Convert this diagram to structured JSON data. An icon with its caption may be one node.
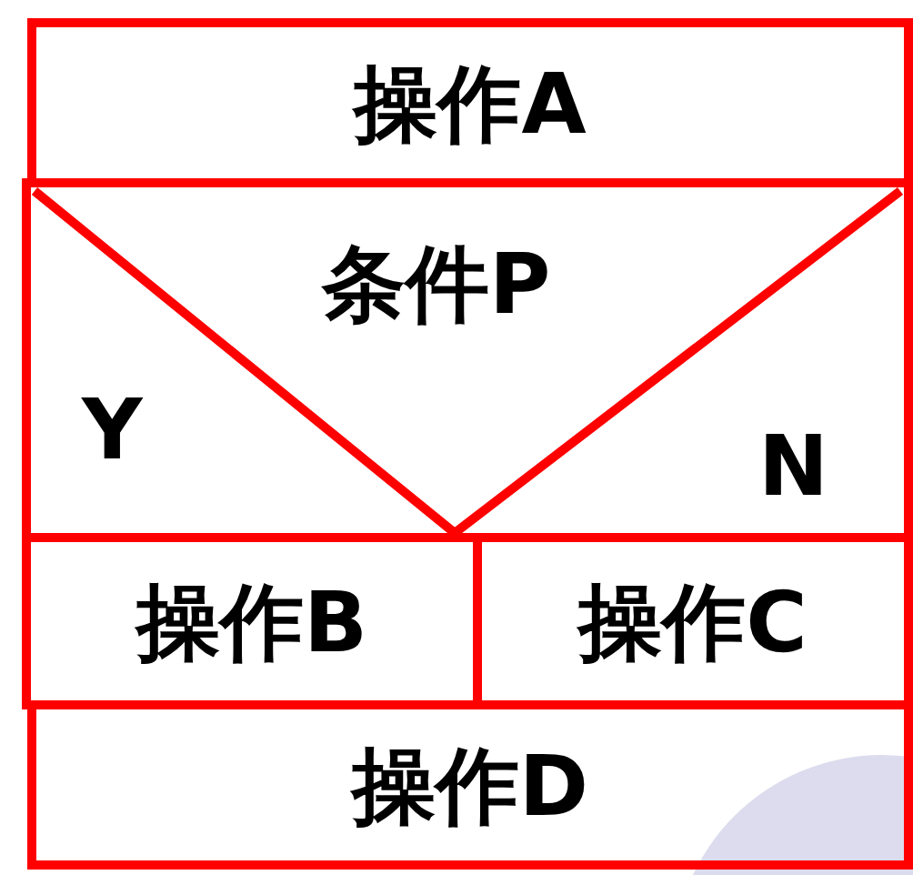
{
  "diagram": {
    "nodes": [
      {
        "text": [
          "操作A"
        ]
      },
      {
        "text": [
          "条件P",
          "Y",
          "N"
        ]
      },
      {
        "text": [
          "操作B"
        ]
      },
      {
        "text": [
          "操作C"
        ]
      },
      {
        "text": [
          "操作D"
        ]
      }
    ],
    "edges": []
  }
}
